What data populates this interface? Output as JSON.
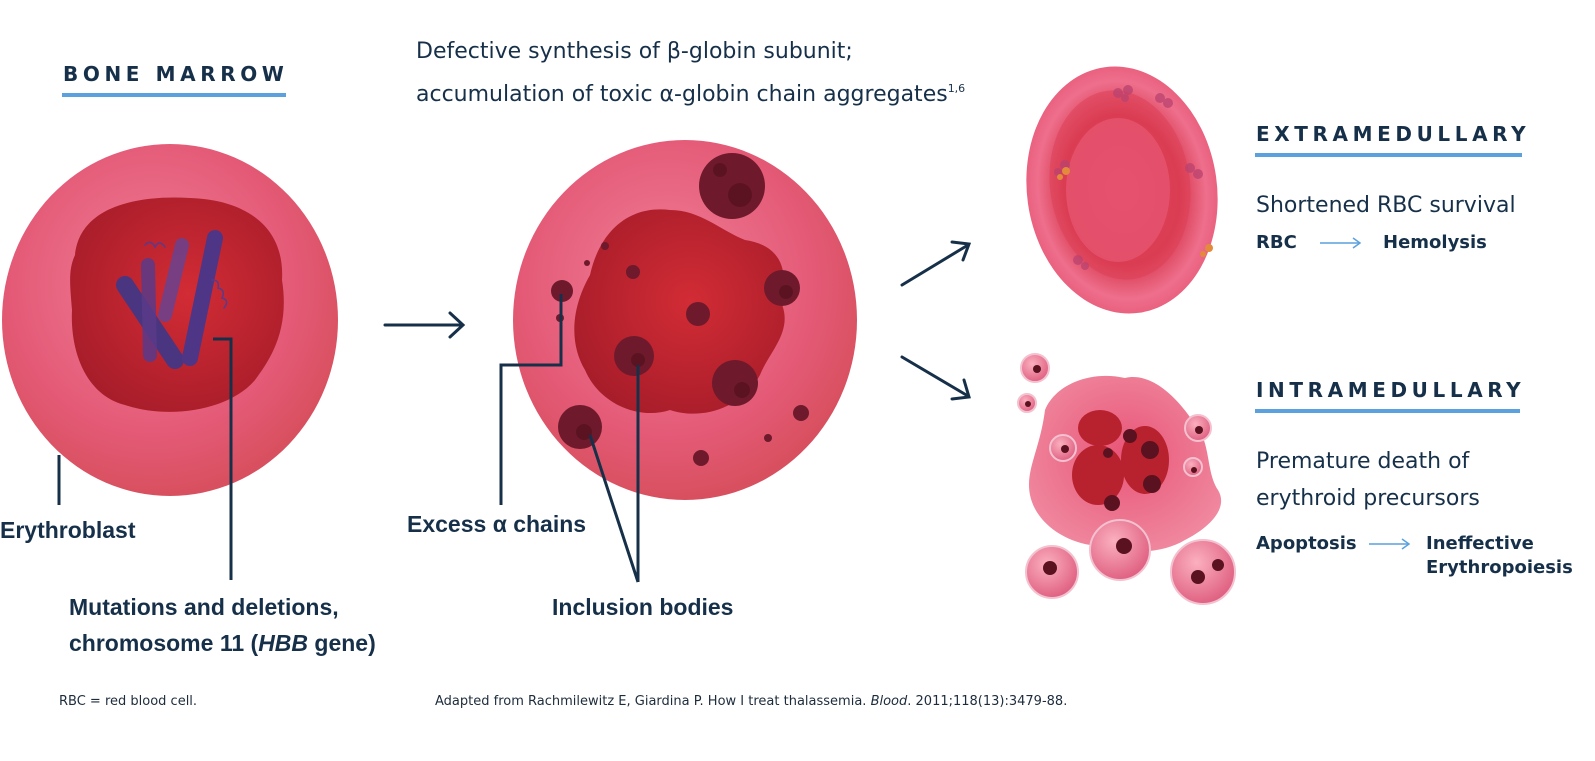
{
  "bone_marrow": {
    "title": "BONE MARROW"
  },
  "process": {
    "line1": "Defective synthesis of β-globin subunit;",
    "line2": "accumulation of toxic α-globin chain aggregates",
    "line2_superscript": "1,6"
  },
  "labels": {
    "erythroblast": "Erythroblast",
    "mutations_line1": "Mutations and deletions,",
    "mutations_line2_pre": "chromosome 11 (",
    "mutations_line2_gene": "HBB",
    "mutations_line2_post": " gene)",
    "excess_alpha": "Excess α chains",
    "inclusion_bodies": "Inclusion bodies"
  },
  "extramedullary": {
    "title": "EXTRAMEDULLARY",
    "description": "Shortened RBC survival",
    "flow_from": "RBC",
    "flow_to": "Hemolysis"
  },
  "intramedullary": {
    "title": "INTRAMEDULLARY",
    "description_line1": "Premature death of",
    "description_line2": "erythroid precursors",
    "flow_from": "Apoptosis",
    "flow_to_line1": "Ineffective",
    "flow_to_line2": "Erythropoiesis"
  },
  "footer": {
    "abbreviation": "RBC = red blood cell.",
    "citation_pre": "Adapted from Rachmilewitz E, Giardina P. How I treat thalassemia. ",
    "citation_journal": "Blood",
    "citation_post": ". 2011;118(13):3479-88."
  },
  "colors": {
    "navy": "#17304a",
    "accent_blue": "#5aa1de",
    "cell_outer": "#e2607a",
    "cell_inner": "#b8222e",
    "inclusion": "#6e1a2c"
  }
}
